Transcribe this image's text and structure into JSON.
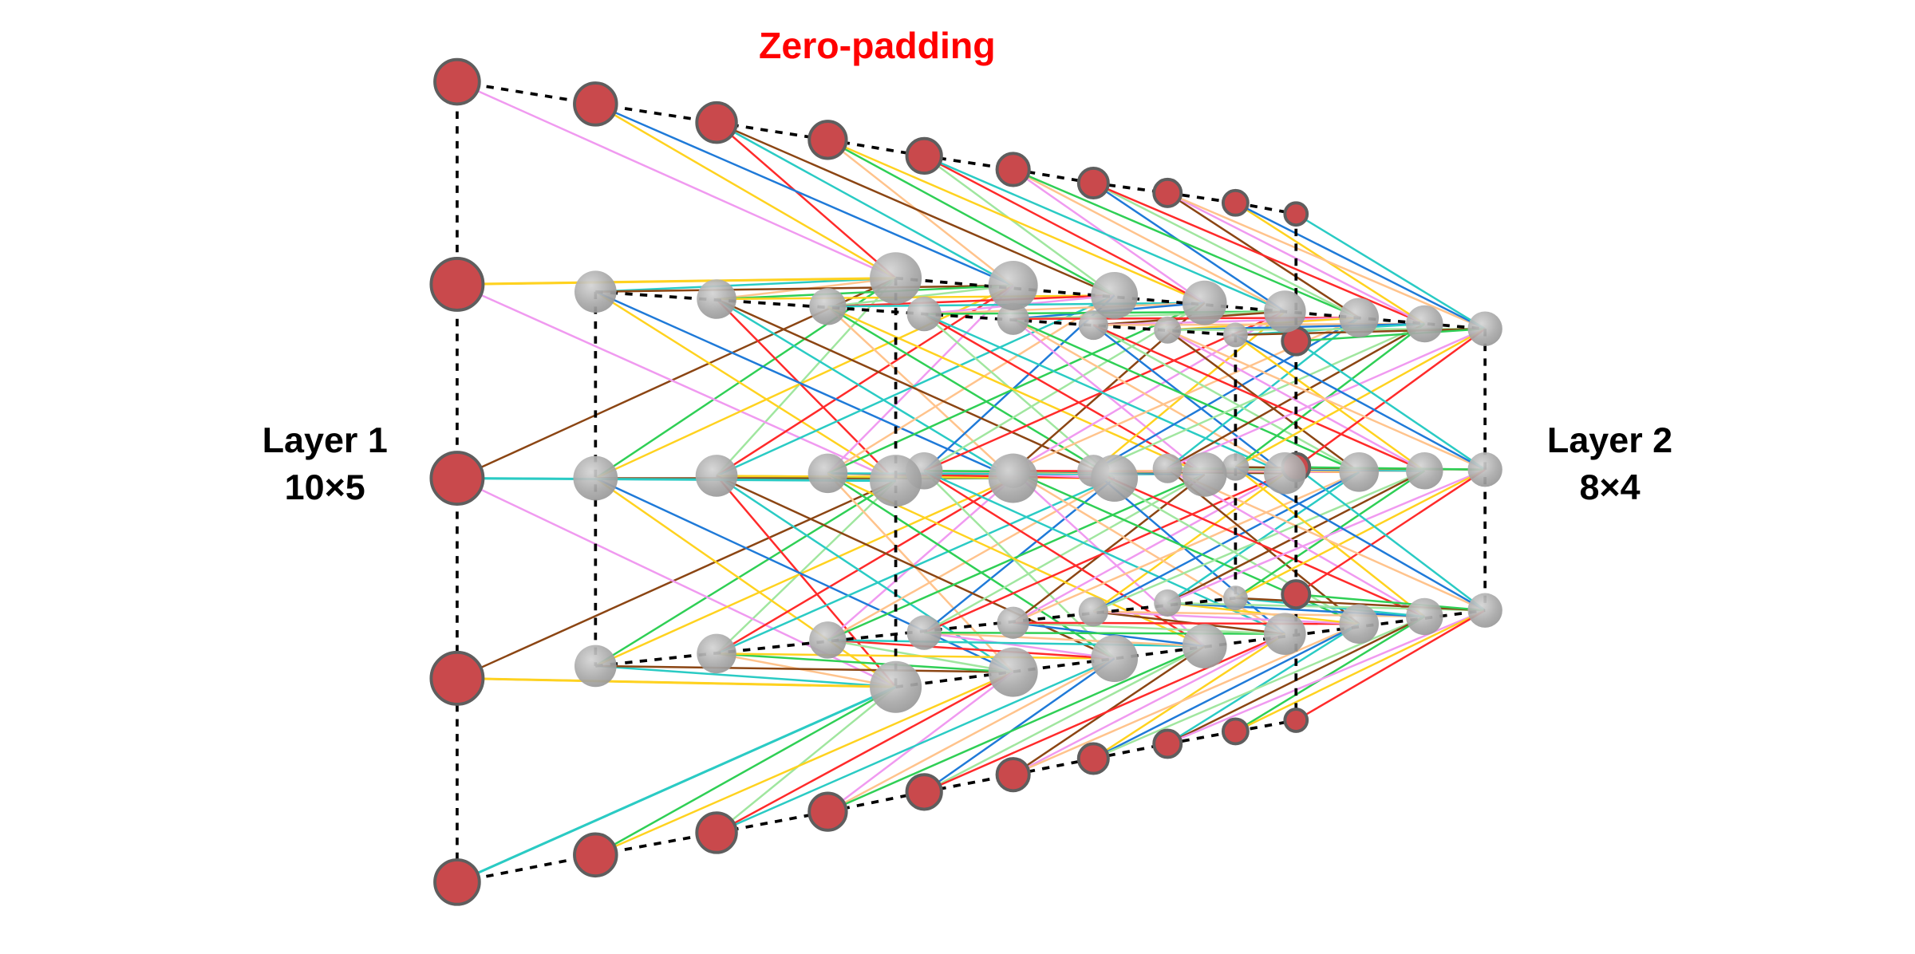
{
  "labels": {
    "zero_padding": "Zero-padding",
    "layer1_name": "Layer 1",
    "layer1_dims": "10×5",
    "layer2_name": "Layer 2",
    "layer2_dims": "8×4"
  },
  "layer1": {
    "columns": 10,
    "rows": 5
  },
  "layer2": {
    "columns": 8,
    "rows": 4
  },
  "colors": {
    "padding_node": "#c9494c",
    "padding_node_stroke": "#5e5e5e",
    "real_node": "#a8a8a8",
    "frame": "#000000",
    "zero_padding_label": "#ff0000",
    "label": "#000000",
    "connections": [
      "#f09af0",
      "#1f7ad8",
      "#8b4513",
      "#ffd21f",
      "#2acbc4",
      "#2fcf55",
      "#ff2a2a",
      "#ffc38c",
      "#a0e69f"
    ]
  }
}
